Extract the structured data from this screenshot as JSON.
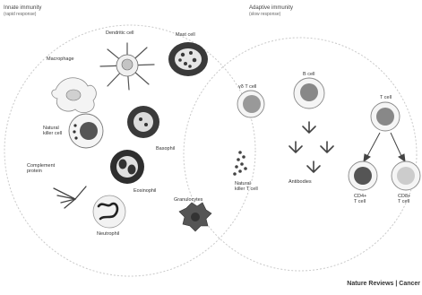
{
  "header_left": {
    "line1": "Innate immunity",
    "line2": "(rapid response)"
  },
  "header_right": {
    "line1": "Adaptive immunity",
    "line2": "(slow response)"
  },
  "labels": {
    "macrophage": "Macrophage",
    "dendritic_cell": "Dendritic cell",
    "mast_cell": "Mast cell",
    "nk_cell_line1": "Natural",
    "nk_cell_line2": "killer cell",
    "complement_line1": "Complement",
    "complement_line2": "protein",
    "basophil": "Basophil",
    "eosinophil": "Eosinophil",
    "neutrophil": "Neutrophil",
    "granulocytes": "Granulocytes",
    "gamma_delta": "γδ T cell",
    "nkt_line1": "Natural",
    "nkt_line2": "killer T cell",
    "b_cell": "B cell",
    "antibodies": "Antibodies",
    "t_cell": "T cell",
    "cd4_line1": "CD4+",
    "cd4_line2": "T cell",
    "cd8_line1": "CD8+",
    "cd8_line2": "T cell"
  },
  "footer": "Nature Reviews | Cancer",
  "colors": {
    "ink": "#2a2a2a",
    "circle": "#c9c9c9",
    "cell_fill": "#f2f2f2"
  }
}
